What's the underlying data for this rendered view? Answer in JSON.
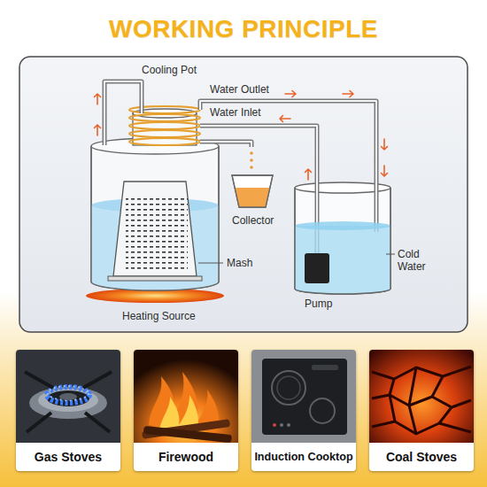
{
  "diagram": {
    "title": "WORKING PRINCIPLE",
    "nodes": [
      {
        "text": [
          "Gas Stoves"
        ]
      },
      {
        "text": [
          "Firewood"
        ]
      },
      {
        "text": [
          "Induction Cooktop"
        ]
      },
      {
        "text": [
          "Coal Stoves"
        ]
      }
    ],
    "labels": [
      "Cooling Pot",
      "Water Outlet",
      "Water Inlet",
      "Collector",
      "Mash",
      "Heating Source",
      "Cold Water",
      "Pump"
    ]
  }
}
